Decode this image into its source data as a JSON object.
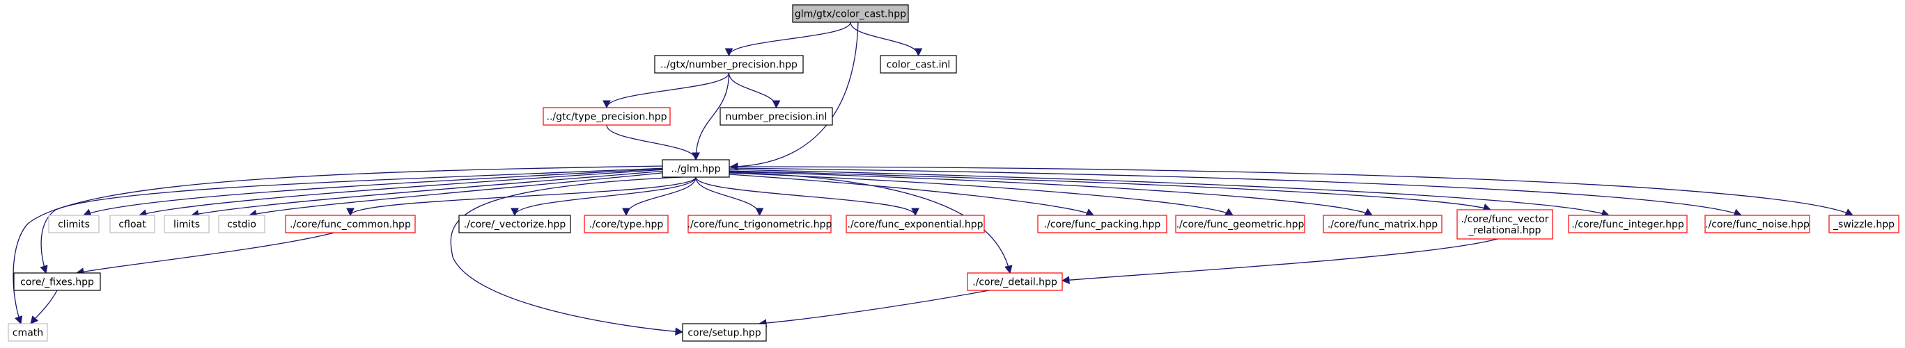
{
  "nodes": [
    {
      "id": "root",
      "label": "glm/gtx/color_cast.hpp",
      "style": "root"
    },
    {
      "id": "numprec",
      "label": "../gtx/number_precision.hpp",
      "style": "normal"
    },
    {
      "id": "colorinl",
      "label": "color_cast.inl",
      "style": "normal"
    },
    {
      "id": "typeprec",
      "label": "../gtc/type_precision.hpp",
      "style": "red"
    },
    {
      "id": "numprecinl",
      "label": "number_precision.inl",
      "style": "normal"
    },
    {
      "id": "glm",
      "label": "../glm.hpp",
      "style": "normal"
    },
    {
      "id": "climits",
      "label": "climits",
      "style": "gray"
    },
    {
      "id": "cfloat",
      "label": "cfloat",
      "style": "gray"
    },
    {
      "id": "limits",
      "label": "limits",
      "style": "gray"
    },
    {
      "id": "cstdio",
      "label": "cstdio",
      "style": "gray"
    },
    {
      "id": "funccommon",
      "label": "./core/func_common.hpp",
      "style": "red"
    },
    {
      "id": "vectorize",
      "label": "./core/_vectorize.hpp",
      "style": "normal"
    },
    {
      "id": "type",
      "label": "./core/type.hpp",
      "style": "red"
    },
    {
      "id": "functrig",
      "label": "./core/func_trigonometric.hpp",
      "style": "red"
    },
    {
      "id": "funcexp",
      "label": "./core/func_exponential.hpp",
      "style": "red"
    },
    {
      "id": "funcpack",
      "label": "./core/func_packing.hpp",
      "style": "red"
    },
    {
      "id": "funcgeom",
      "label": "./core/func_geometric.hpp",
      "style": "red"
    },
    {
      "id": "funcmatrix",
      "label": "./core/func_matrix.hpp",
      "style": "red"
    },
    {
      "id": "funcvecrel",
      "label": "./core/func_vector\n_relational.hpp",
      "style": "red"
    },
    {
      "id": "funcint",
      "label": "./core/func_integer.hpp",
      "style": "red"
    },
    {
      "id": "funcnoise",
      "label": "./core/func_noise.hpp",
      "style": "red"
    },
    {
      "id": "swizzle",
      "label": "_swizzle.hpp",
      "style": "red"
    },
    {
      "id": "fixes",
      "label": "core/_fixes.hpp",
      "style": "normal"
    },
    {
      "id": "detail",
      "label": "./core/_detail.hpp",
      "style": "red"
    },
    {
      "id": "cmath",
      "label": "cmath",
      "style": "gray"
    },
    {
      "id": "setup",
      "label": "core/setup.hpp",
      "style": "normal"
    }
  ],
  "edges": [
    [
      "root",
      "numprec"
    ],
    [
      "root",
      "colorinl"
    ],
    [
      "root",
      "glm"
    ],
    [
      "numprec",
      "typeprec"
    ],
    [
      "numprec",
      "numprecinl"
    ],
    [
      "numprec",
      "glm"
    ],
    [
      "typeprec",
      "glm"
    ],
    [
      "glm",
      "cmath"
    ],
    [
      "glm",
      "fixes"
    ],
    [
      "glm",
      "climits"
    ],
    [
      "glm",
      "cfloat"
    ],
    [
      "glm",
      "limits"
    ],
    [
      "glm",
      "cstdio"
    ],
    [
      "glm",
      "funccommon"
    ],
    [
      "glm",
      "setup"
    ],
    [
      "glm",
      "vectorize"
    ],
    [
      "glm",
      "type"
    ],
    [
      "glm",
      "functrig"
    ],
    [
      "glm",
      "funcexp"
    ],
    [
      "glm",
      "detail"
    ],
    [
      "glm",
      "funcpack"
    ],
    [
      "glm",
      "funcgeom"
    ],
    [
      "glm",
      "funcmatrix"
    ],
    [
      "glm",
      "funcvecrel"
    ],
    [
      "glm",
      "funcint"
    ],
    [
      "glm",
      "funcnoise"
    ],
    [
      "glm",
      "swizzle"
    ],
    [
      "funccommon",
      "fixes"
    ],
    [
      "funcvecrel",
      "detail"
    ],
    [
      "fixes",
      "cmath"
    ],
    [
      "detail",
      "setup"
    ]
  ],
  "colors": {
    "edge": "#191970",
    "root_fill": "#bfbfbf",
    "normal_border": "#000000",
    "red_border": "#ff0000",
    "gray_border": "#bfbfbf",
    "text": "#000000"
  }
}
